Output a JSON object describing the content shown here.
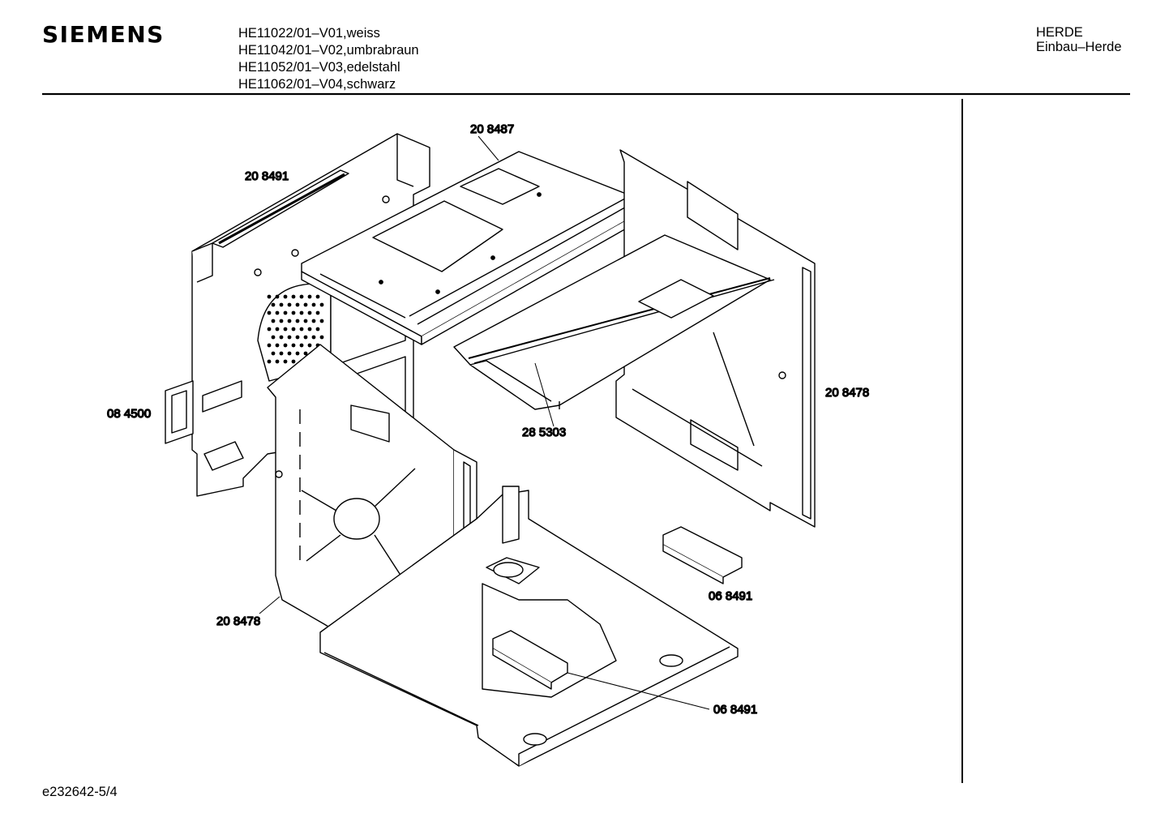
{
  "header": {
    "brand": "SIEMENS",
    "models": [
      "HE11022/01–V01,weiss",
      "HE11042/01–V02,umbrabraun",
      "HE11052/01–V03,edelstahl",
      "HE11062/01–V04,schwarz"
    ],
    "category_line1": "HERDE",
    "category_line2": "Einbau–Herde"
  },
  "parts": {
    "top_left_panel": "20 8491",
    "top_panel": "20 8487",
    "side_connector": "08 4500",
    "rail": "28 5303",
    "right_panel": "20 8478",
    "left_front_panel": "20 8478",
    "bracket_right": "06 8491",
    "bracket_bottom": "06 8491"
  },
  "footer": {
    "code": "e232642-5/4"
  }
}
